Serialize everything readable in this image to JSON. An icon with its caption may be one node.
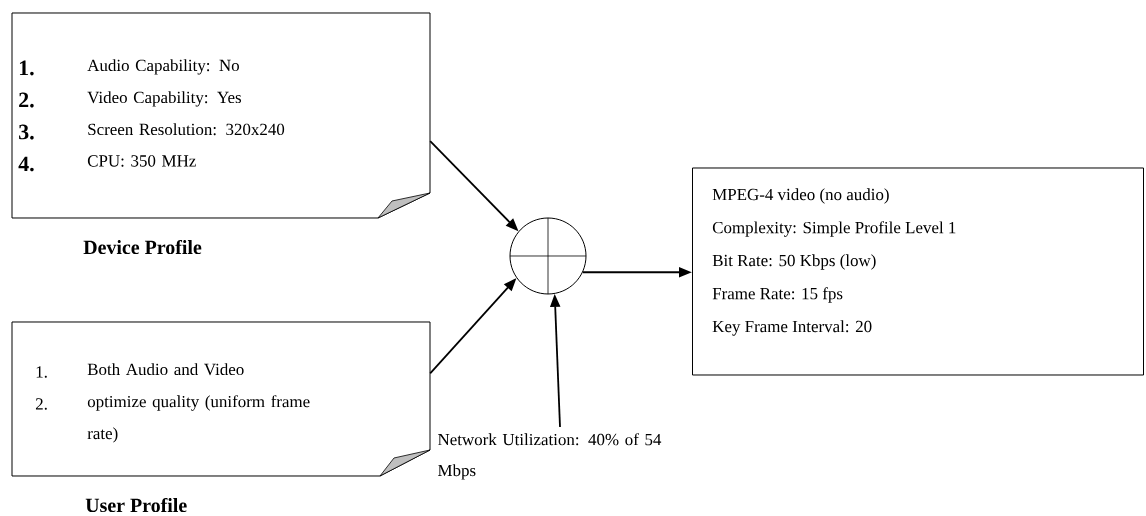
{
  "diagram": {
    "nodes": [
      {
        "text": [
          "1.",
          "Audio Capability: No",
          "2.",
          "Video Capability: Yes",
          "3.",
          "Screen Resolution:  320x240",
          "4.",
          "CPU: 350 MHz",
          "Device Profile"
        ]
      },
      {
        "text": [
          "1.",
          "Both Audio and Video",
          "2.",
          "optimize quality (uniform frame rate)",
          "User Profile"
        ]
      },
      {
        "text": [],
        "shape": "circle"
      },
      {
        "text": [
          "MPEG-4 video (no audio)",
          "Complexity: Simple Profile Level 1",
          "Bit Rate: 50 Kbps (low)",
          "Frame Rate: 15 fps",
          "Key Frame Interval: 20"
        ]
      },
      {
        "text": [
          "Network Utilization: 40% of 54 Mbps"
        ]
      }
    ],
    "edges": [
      {
        "from": 0,
        "to": 2,
        "arrow": "to"
      },
      {
        "from": 1,
        "to": 2,
        "arrow": "to"
      },
      {
        "from": 4,
        "to": 2,
        "arrow": "to"
      },
      {
        "from": 2,
        "to": 3,
        "arrow": "to"
      }
    ]
  }
}
